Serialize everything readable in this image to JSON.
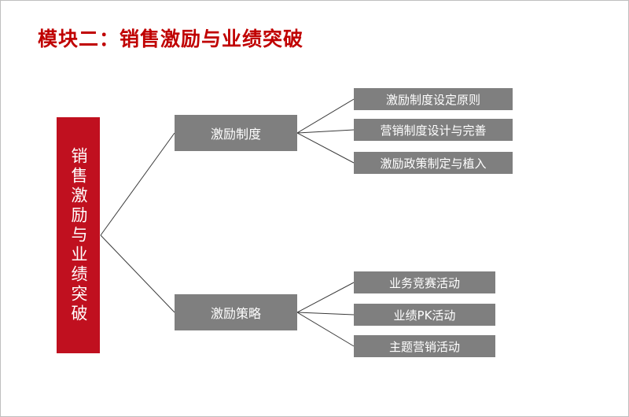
{
  "title": "模块二：销售激励与业绩突破",
  "root": {
    "label": "销售激励与业绩突破"
  },
  "branches": [
    {
      "label": "激励制度",
      "children": [
        "激励制度设定原则",
        "营销制度设计与完善",
        "激励政策制定与植入"
      ]
    },
    {
      "label": "激励策略",
      "children": [
        "业务竞赛活动",
        "业绩PK活动",
        "主题营销活动"
      ]
    }
  ],
  "colors": {
    "title": "#c00000",
    "root_fill": "#c0101f",
    "node_fill": "#7f7f7f",
    "node_text": "#ffffff",
    "connector": "#3a3a3a"
  }
}
